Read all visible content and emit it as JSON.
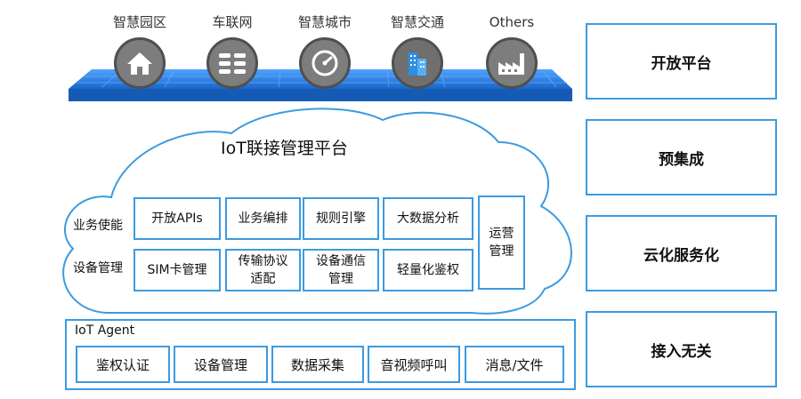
{
  "top_apps": [
    {
      "label": "智慧园区",
      "icon": "house-icon"
    },
    {
      "label": "车联网",
      "icon": "cars-icon"
    },
    {
      "label": "智慧城市",
      "icon": "gauge-icon"
    },
    {
      "label": "智慧交通",
      "icon": "buildings-icon"
    },
    {
      "label": "Others",
      "icon": "factory-icon"
    }
  ],
  "right_column": [
    "开放平台",
    "预集成",
    "云化服务化",
    "接入无关"
  ],
  "cloud": {
    "title": "IoT联接管理平台",
    "row_labels": [
      "业务使能",
      "设备管理"
    ],
    "row1": [
      "开放APIs",
      "业务编排",
      "规则引擎",
      "大数据分析"
    ],
    "row2": [
      "SIM卡管理",
      "传输协议\n适配",
      "设备通信\n管理",
      "轻量化鉴权"
    ],
    "side_box": "运营\n管理"
  },
  "agent": {
    "title": "IoT Agent",
    "items": [
      "鉴权认证",
      "设备管理",
      "数据采集",
      "音视频呼叫",
      "消息/文件"
    ]
  },
  "colors": {
    "accent_border": "#3b9be0",
    "platform_blue": "#1f6fd1",
    "icon_grey": "#7d7d7d"
  }
}
